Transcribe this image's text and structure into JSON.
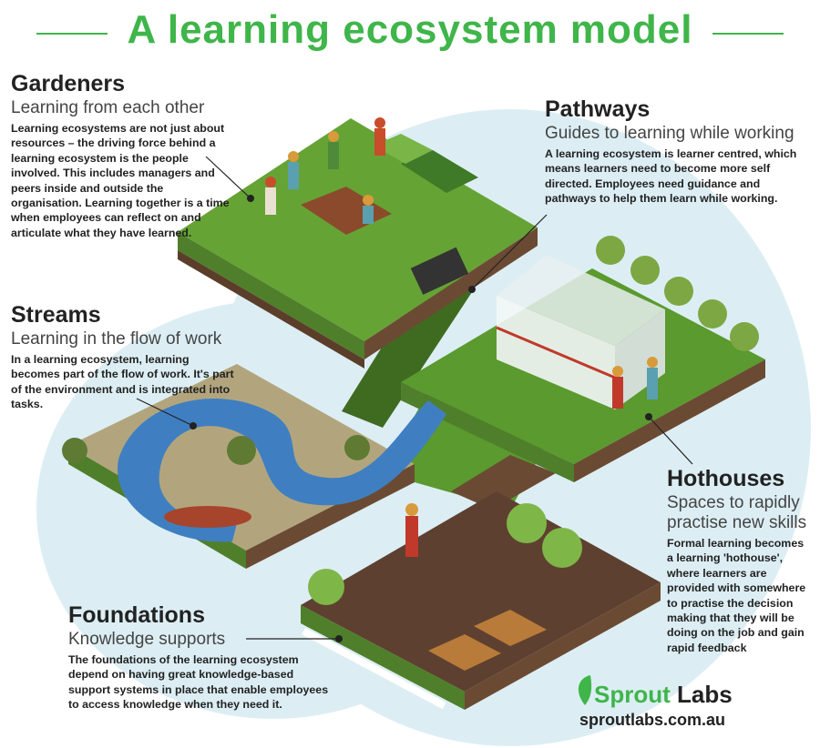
{
  "title": "A learning ecosystem model",
  "sections": {
    "gardeners": {
      "heading": "Gardeners",
      "subheading": "Learning from each other",
      "body": "Learning ecosystems are not just about resources – the driving force behind a learning ecosystem is the people involved. This includes managers and peers inside and outside the organisation. Learning together is a time when employees can reflect on and articulate what they have learned."
    },
    "pathways": {
      "heading": "Pathways",
      "subheading": "Guides to learning while working",
      "body": "A learning ecosystem is learner centred, which means learners need to become more self directed. Employees need guidance and pathways to help them learn while working."
    },
    "streams": {
      "heading": "Streams",
      "subheading": "Learning in the flow of work",
      "body": "In a learning ecosystem, learning becomes part of the flow of work. It's part of the environment and is integrated into tasks."
    },
    "hothouses": {
      "heading": "Hothouses",
      "subheading": "Spaces to rapidly practise new skills",
      "body": "Formal learning becomes a learning 'hothouse', where learners are provided with somewhere to practise the decision making that they will be doing on the job and gain rapid feedback"
    },
    "foundations": {
      "heading": "Foundations",
      "subheading": "Knowledge supports",
      "body": "The foundations of the learning ecosystem depend on having great knowledge-based support systems in place that enable employees to access knowledge when they need it."
    }
  },
  "logo": {
    "brand_green": "Sprout",
    "brand_dark": "Labs",
    "url": "sproutlabs.com.au"
  },
  "colors": {
    "title_green": "#3fb54a",
    "grass": "#5a9a2e",
    "soil": "#6b4a33",
    "water": "#3f7fc1",
    "sky": "#dceef4"
  }
}
